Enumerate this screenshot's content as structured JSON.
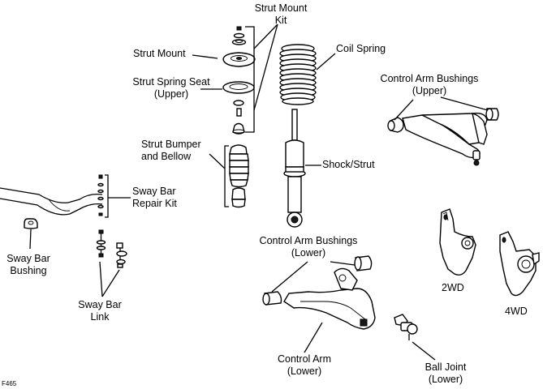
{
  "labels": {
    "strut_mount_kit": [
      "Strut Mount",
      "Kit"
    ],
    "strut_mount": "Strut Mount",
    "coil_spring": "Coil Spring",
    "strut_spring_seat": [
      "Strut Spring Seat",
      "(Upper)"
    ],
    "control_arm_bushings_upper": [
      "Control Arm Bushings",
      "(Upper)"
    ],
    "strut_bumper": [
      "Strut Bumper",
      "and Bellow"
    ],
    "shock_strut": "Shock/Strut",
    "sway_bar_repair_kit": [
      "Sway Bar",
      "Repair Kit"
    ],
    "control_arm_bushings_lower": [
      "Control Arm Bushings",
      "(Lower)"
    ],
    "sway_bar_bushing": [
      "Sway Bar",
      "Bushing"
    ],
    "sway_bar_link": [
      "Sway Bar",
      "Link"
    ],
    "knuckle_2wd": "2WD",
    "knuckle_4wd": "4WD",
    "control_arm_lower": [
      "Control Arm",
      "(Lower)"
    ],
    "ball_joint_lower": [
      "Ball Joint",
      "(Lower)"
    ],
    "figure_code": "F465"
  }
}
